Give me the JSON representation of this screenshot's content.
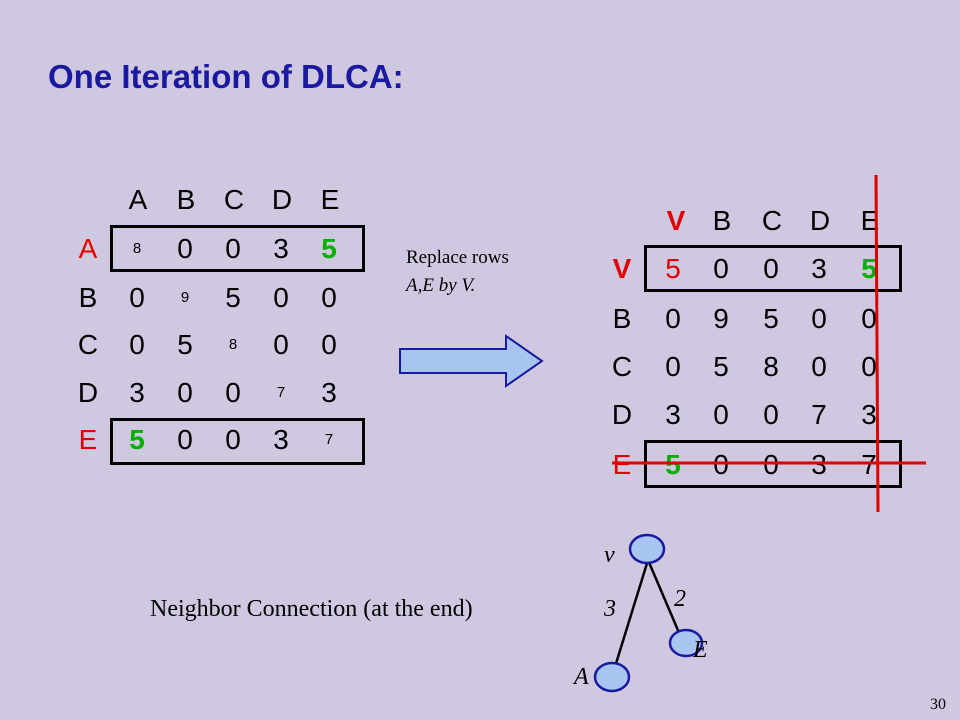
{
  "title": "One Iteration of DLCA:",
  "left_matrix": {
    "col_headers": [
      "A",
      "B",
      "C",
      "D",
      "E"
    ],
    "row_headers": [
      "A",
      "B",
      "C",
      "D",
      "E"
    ],
    "rows": [
      [
        "8",
        "0",
        "0",
        "3",
        "5"
      ],
      [
        "0",
        "9",
        "5",
        "0",
        "0"
      ],
      [
        "0",
        "5",
        "8",
        "0",
        "0"
      ],
      [
        "3",
        "0",
        "0",
        "7",
        "3"
      ],
      [
        "5",
        "0",
        "0",
        "3",
        "7"
      ]
    ]
  },
  "note": {
    "line1": "Replace rows",
    "line2": "A,E by V."
  },
  "right_matrix": {
    "col_headers": [
      "V",
      "B",
      "C",
      "D",
      "E"
    ],
    "row_headers": [
      "V",
      "B",
      "C",
      "D",
      "E"
    ],
    "rows": [
      [
        "5",
        "0",
        "0",
        "3",
        "5"
      ],
      [
        "0",
        "9",
        "5",
        "0",
        "0"
      ],
      [
        "0",
        "5",
        "8",
        "0",
        "0"
      ],
      [
        "3",
        "0",
        "0",
        "7",
        "3"
      ],
      [
        "5",
        "0",
        "0",
        "3",
        "7"
      ]
    ]
  },
  "tree": {
    "caption": "Neighbor Connection (at the end)",
    "root_label": "v",
    "left_leaf_label": "A",
    "right_leaf_label": "E",
    "left_edge_weight": "3",
    "right_edge_weight": "2"
  },
  "page_number": "30",
  "colors": {
    "background": "#d0c8e0",
    "title": "#1a1aa0",
    "highlight_red": "#e00000",
    "highlight_green": "#00b000",
    "node_fill": "#a8c4f0",
    "node_stroke": "#1a1aa0",
    "arrow_fill": "#a8c4f0"
  }
}
